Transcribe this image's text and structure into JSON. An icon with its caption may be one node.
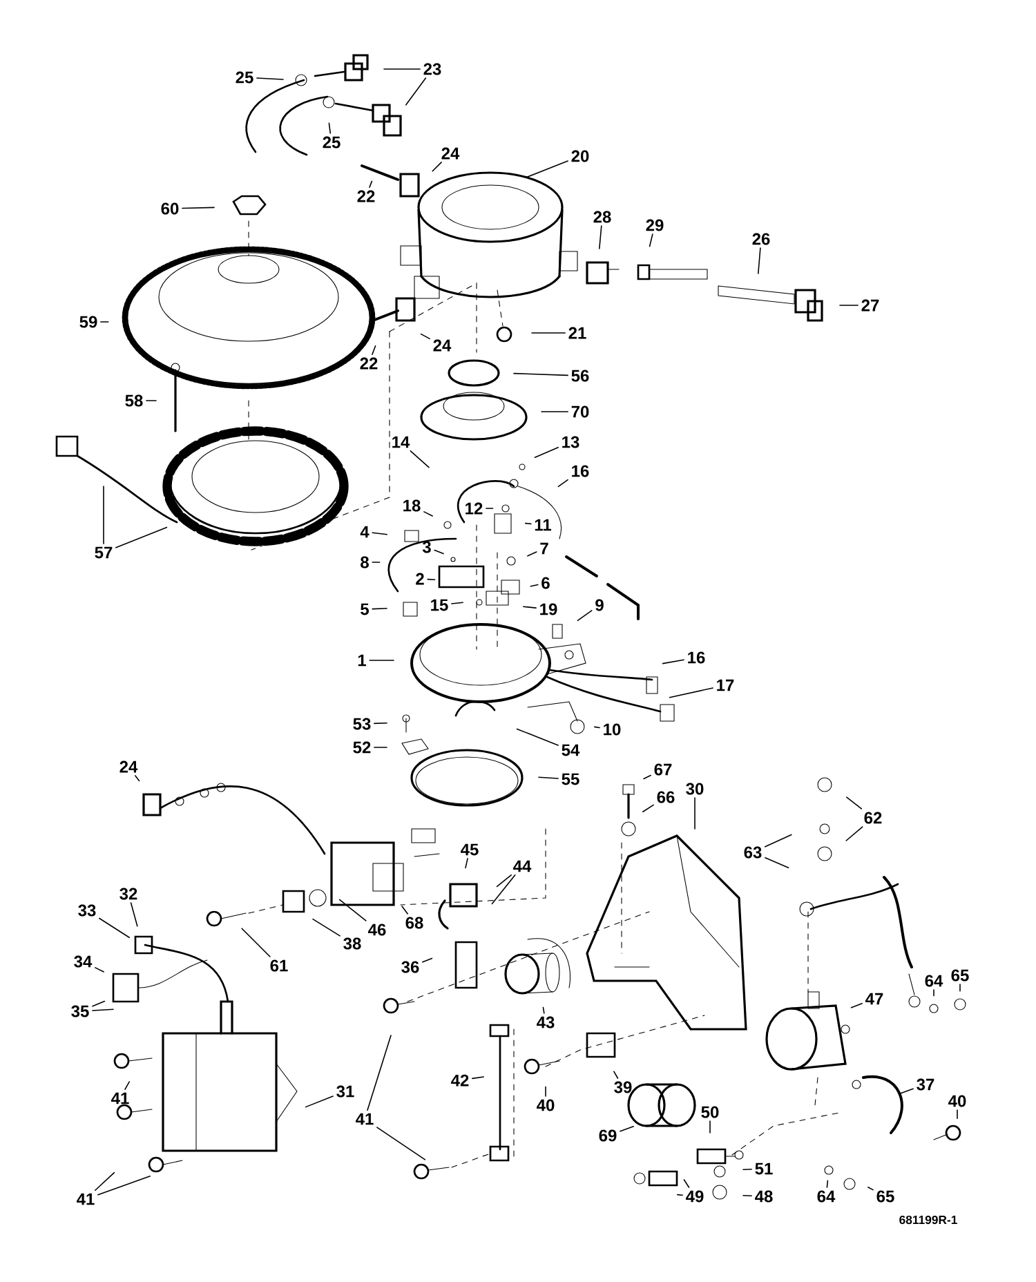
{
  "diagram": {
    "nodes": [
      {
        "text": [
          "25"
        ]
      },
      {
        "text": [
          "23"
        ]
      },
      {
        "text": [
          "25"
        ]
      },
      {
        "text": [
          "24"
        ]
      },
      {
        "text": [
          "22"
        ]
      },
      {
        "text": [
          "20"
        ]
      },
      {
        "text": [
          "60"
        ]
      },
      {
        "text": [
          "28"
        ]
      },
      {
        "text": [
          "29"
        ]
      },
      {
        "text": [
          "26"
        ]
      },
      {
        "text": [
          "27"
        ]
      },
      {
        "text": [
          "59"
        ]
      },
      {
        "text": [
          "24"
        ]
      },
      {
        "text": [
          "21"
        ]
      },
      {
        "text": [
          "22"
        ]
      },
      {
        "text": [
          "56"
        ]
      },
      {
        "text": [
          "58"
        ]
      },
      {
        "text": [
          "70"
        ]
      },
      {
        "text": [
          "14"
        ]
      },
      {
        "text": [
          "13"
        ]
      },
      {
        "text": [
          "16"
        ]
      },
      {
        "text": [
          "18"
        ]
      },
      {
        "text": [
          "12"
        ]
      },
      {
        "text": [
          "11"
        ]
      },
      {
        "text": [
          "57"
        ]
      },
      {
        "text": [
          "4"
        ]
      },
      {
        "text": [
          "3"
        ]
      },
      {
        "text": [
          "8"
        ]
      },
      {
        "text": [
          "7"
        ]
      },
      {
        "text": [
          "2"
        ]
      },
      {
        "text": [
          "6"
        ]
      },
      {
        "text": [
          "5"
        ]
      },
      {
        "text": [
          "15"
        ]
      },
      {
        "text": [
          "19"
        ]
      },
      {
        "text": [
          "9"
        ]
      },
      {
        "text": [
          "1"
        ]
      },
      {
        "text": [
          "16"
        ]
      },
      {
        "text": [
          "17"
        ]
      },
      {
        "text": [
          "53"
        ]
      },
      {
        "text": [
          "10"
        ]
      },
      {
        "text": [
          "52"
        ]
      },
      {
        "text": [
          "54"
        ]
      },
      {
        "text": [
          "55"
        ]
      },
      {
        "text": [
          "24"
        ]
      },
      {
        "text": [
          "67"
        ]
      },
      {
        "text": [
          "30"
        ]
      },
      {
        "text": [
          "66"
        ]
      },
      {
        "text": [
          "62"
        ]
      },
      {
        "text": [
          "45"
        ]
      },
      {
        "text": [
          "44"
        ]
      },
      {
        "text": [
          "63"
        ]
      },
      {
        "text": [
          "32"
        ]
      },
      {
        "text": [
          "33"
        ]
      },
      {
        "text": [
          "46"
        ]
      },
      {
        "text": [
          "68"
        ]
      },
      {
        "text": [
          "38"
        ]
      },
      {
        "text": [
          "34"
        ]
      },
      {
        "text": [
          "61"
        ]
      },
      {
        "text": [
          "36"
        ]
      },
      {
        "text": [
          "35"
        ]
      },
      {
        "text": [
          "43"
        ]
      },
      {
        "text": [
          "47"
        ]
      },
      {
        "text": [
          "64"
        ]
      },
      {
        "text": [
          "65"
        ]
      },
      {
        "text": [
          "41"
        ]
      },
      {
        "text": [
          "42"
        ]
      },
      {
        "text": [
          "40"
        ]
      },
      {
        "text": [
          "39"
        ]
      },
      {
        "text": [
          "41"
        ]
      },
      {
        "text": [
          "31"
        ]
      },
      {
        "text": [
          "37"
        ]
      },
      {
        "text": [
          "40"
        ]
      },
      {
        "text": [
          "50"
        ]
      },
      {
        "text": [
          "69"
        ]
      },
      {
        "text": [
          "51"
        ]
      },
      {
        "text": [
          "41"
        ]
      },
      {
        "text": [
          "49"
        ]
      },
      {
        "text": [
          "48"
        ]
      },
      {
        "text": [
          "64"
        ]
      },
      {
        "text": [
          "65"
        ]
      }
    ],
    "edges": [
      {
        "from": 0,
        "to": null,
        "arrow": "none"
      },
      {
        "from": 1,
        "to": null,
        "arrow": "none"
      },
      {
        "from": 1,
        "to": null,
        "arrow": "none"
      },
      {
        "from": 2,
        "to": null,
        "arrow": "none"
      },
      {
        "from": 3,
        "to": null,
        "arrow": "none"
      },
      {
        "from": 4,
        "to": null,
        "arrow": "none"
      },
      {
        "from": 5,
        "to": null,
        "arrow": "none"
      },
      {
        "from": 6,
        "to": null,
        "arrow": "none"
      },
      {
        "from": 7,
        "to": null,
        "arrow": "none"
      },
      {
        "from": 8,
        "to": null,
        "arrow": "none"
      },
      {
        "from": 9,
        "to": null,
        "arrow": "none"
      },
      {
        "from": 10,
        "to": null,
        "arrow": "none"
      },
      {
        "from": 11,
        "to": null,
        "arrow": "none"
      },
      {
        "from": 12,
        "to": null,
        "arrow": "none"
      },
      {
        "from": 13,
        "to": null,
        "arrow": "none"
      },
      {
        "from": 14,
        "to": null,
        "arrow": "none"
      },
      {
        "from": 15,
        "to": null,
        "arrow": "none"
      },
      {
        "from": 16,
        "to": null,
        "arrow": "none"
      },
      {
        "from": 17,
        "to": null,
        "arrow": "none"
      },
      {
        "from": 18,
        "to": null,
        "arrow": "none"
      },
      {
        "from": 19,
        "to": null,
        "arrow": "none"
      },
      {
        "from": 20,
        "to": null,
        "arrow": "none"
      },
      {
        "from": 21,
        "to": null,
        "arrow": "none"
      },
      {
        "from": 22,
        "to": null,
        "arrow": "none"
      },
      {
        "from": 23,
        "to": null,
        "arrow": "none"
      },
      {
        "from": 24,
        "to": null,
        "arrow": "none"
      },
      {
        "from": 24,
        "to": null,
        "arrow": "none"
      },
      {
        "from": 25,
        "to": null,
        "arrow": "none"
      },
      {
        "from": 26,
        "to": null,
        "arrow": "none"
      },
      {
        "from": 27,
        "to": null,
        "arrow": "none"
      },
      {
        "from": 28,
        "to": null,
        "arrow": "none"
      },
      {
        "from": 29,
        "to": null,
        "arrow": "none"
      },
      {
        "from": 30,
        "to": null,
        "arrow": "none"
      },
      {
        "from": 31,
        "to": null,
        "arrow": "none"
      },
      {
        "from": 32,
        "to": null,
        "arrow": "none"
      },
      {
        "from": 33,
        "to": null,
        "arrow": "none"
      },
      {
        "from": 34,
        "to": null,
        "arrow": "none"
      },
      {
        "from": 35,
        "to": null,
        "arrow": "none"
      },
      {
        "from": 36,
        "to": null,
        "arrow": "none"
      },
      {
        "from": 37,
        "to": null,
        "arrow": "none"
      },
      {
        "from": 38,
        "to": null,
        "arrow": "none"
      },
      {
        "from": 39,
        "to": null,
        "arrow": "none"
      },
      {
        "from": 40,
        "to": null,
        "arrow": "none"
      },
      {
        "from": 41,
        "to": null,
        "arrow": "none"
      },
      {
        "from": 42,
        "to": null,
        "arrow": "none"
      },
      {
        "from": 43,
        "to": null,
        "arrow": "none"
      },
      {
        "from": 44,
        "to": null,
        "arrow": "none"
      },
      {
        "from": 45,
        "to": null,
        "arrow": "none"
      },
      {
        "from": 46,
        "to": null,
        "arrow": "none"
      },
      {
        "from": 47,
        "to": null,
        "arrow": "none"
      },
      {
        "from": 47,
        "to": null,
        "arrow": "none"
      },
      {
        "from": 48,
        "to": null,
        "arrow": "none"
      },
      {
        "from": 49,
        "to": null,
        "arrow": "none"
      },
      {
        "from": 49,
        "to": null,
        "arrow": "none"
      },
      {
        "from": 50,
        "to": null,
        "arrow": "none"
      },
      {
        "from": 50,
        "to": null,
        "arrow": "none"
      },
      {
        "from": 51,
        "to": null,
        "arrow": "none"
      },
      {
        "from": 52,
        "to": null,
        "arrow": "none"
      },
      {
        "from": 53,
        "to": null,
        "arrow": "none"
      },
      {
        "from": 54,
        "to": null,
        "arrow": "none"
      },
      {
        "from": 55,
        "to": null,
        "arrow": "none"
      },
      {
        "from": 56,
        "to": null,
        "arrow": "none"
      },
      {
        "from": 57,
        "to": null,
        "arrow": "none"
      },
      {
        "from": 58,
        "to": null,
        "arrow": "none"
      },
      {
        "from": 59,
        "to": null,
        "arrow": "none"
      },
      {
        "from": 59,
        "to": null,
        "arrow": "none"
      },
      {
        "from": 60,
        "to": null,
        "arrow": "none"
      },
      {
        "from": 61,
        "to": null,
        "arrow": "none"
      },
      {
        "from": 62,
        "to": null,
        "arrow": "none"
      },
      {
        "from": 63,
        "to": null,
        "arrow": "none"
      },
      {
        "from": 64,
        "to": null,
        "arrow": "none"
      },
      {
        "from": 64,
        "to": null,
        "arrow": "none"
      },
      {
        "from": 65,
        "to": null,
        "arrow": "none"
      },
      {
        "from": 66,
        "to": null,
        "arrow": "none"
      },
      {
        "from": 67,
        "to": null,
        "arrow": "none"
      },
      {
        "from": 68,
        "to": null,
        "arrow": "none"
      },
      {
        "from": 69,
        "to": null,
        "arrow": "none"
      },
      {
        "from": 70,
        "to": null,
        "arrow": "none"
      },
      {
        "from": 71,
        "to": null,
        "arrow": "none"
      },
      {
        "from": 72,
        "to": null,
        "arrow": "none"
      },
      {
        "from": 73,
        "to": null,
        "arrow": "none"
      },
      {
        "from": 74,
        "to": null,
        "arrow": "none"
      },
      {
        "from": 75,
        "to": null,
        "arrow": "none"
      },
      {
        "from": 75,
        "to": null,
        "arrow": "none"
      },
      {
        "from": 76,
        "to": null,
        "arrow": "none"
      },
      {
        "from": 76,
        "to": null,
        "arrow": "none"
      },
      {
        "from": 77,
        "to": null,
        "arrow": "none"
      },
      {
        "from": 78,
        "to": null,
        "arrow": "none"
      },
      {
        "from": 79,
        "to": null,
        "arrow": "none"
      }
    ],
    "labels": [
      "681199R-1"
    ]
  }
}
